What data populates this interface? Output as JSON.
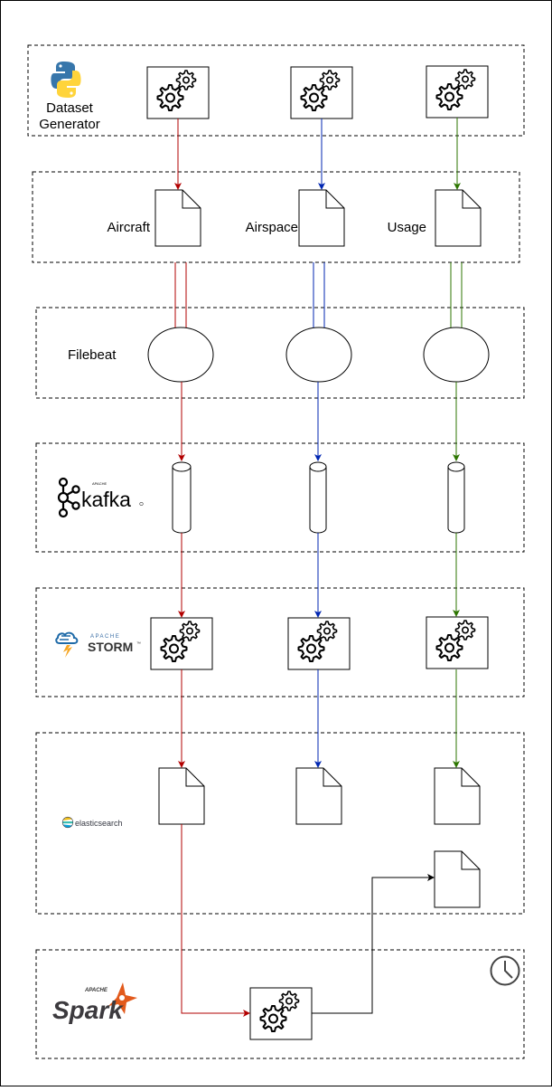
{
  "colors": {
    "aircraft": "#b20000",
    "airspace": "#0026b2",
    "usage": "#2d7600",
    "black": "#000000"
  },
  "stages": {
    "dataset_generator": {
      "label_line1": "Dataset",
      "label_line2": "Generator",
      "logo_icon": "python-logo-icon"
    },
    "files": {
      "aircraft": "Aircraft",
      "airspace": "Airspace",
      "usage": "Usage"
    },
    "filebeat": {
      "label": "Filebeat"
    },
    "kafka": {
      "logo_small": "APACHE",
      "logo_text": "kafka",
      "logo_icon": "kafka-logo-icon"
    },
    "storm": {
      "logo_small": "APACHE",
      "logo_text": "STORM",
      "logo_tm": "™",
      "logo_icon": "storm-logo-icon"
    },
    "elasticsearch": {
      "logo_text": "elasticsearch",
      "logo_icon": "elasticsearch-logo-icon"
    },
    "spark": {
      "logo_small": "APACHE",
      "logo_text": "Spark",
      "logo_icon": "spark-logo-icon",
      "clock_icon": "clock-icon"
    }
  }
}
